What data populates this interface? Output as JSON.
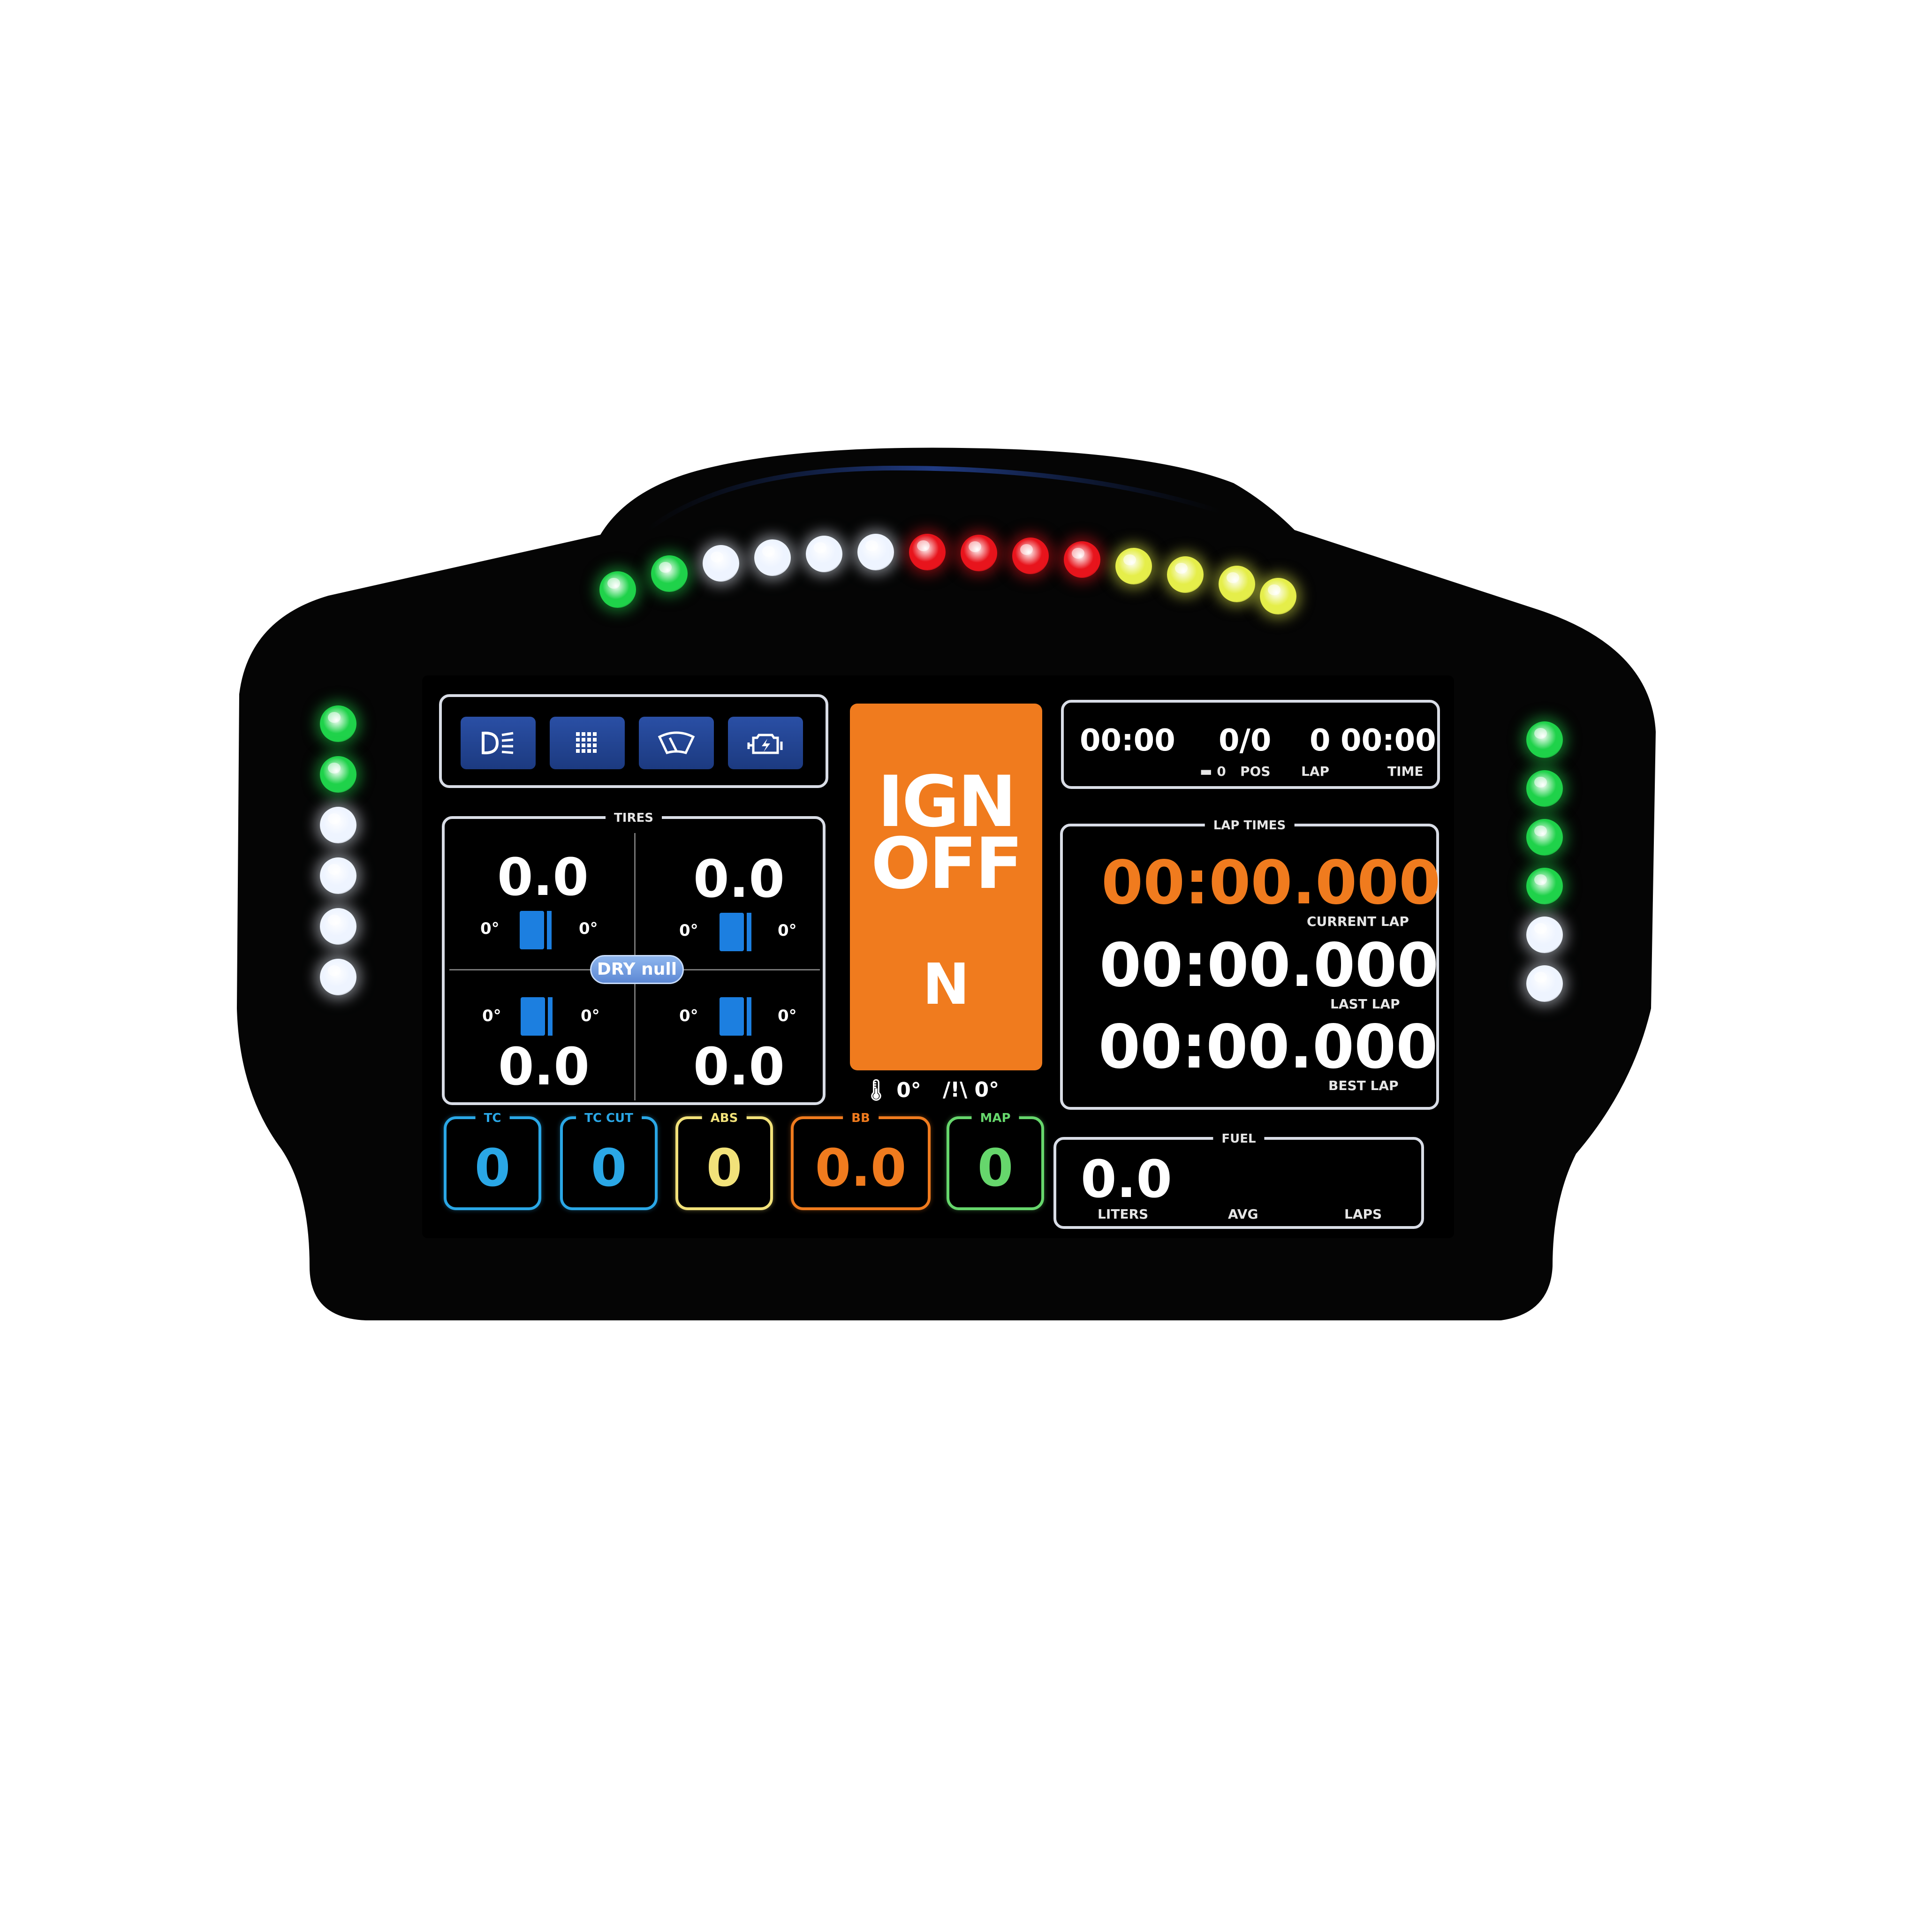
{
  "colors": {
    "housing": "#050505",
    "led_green": "#1fd24a",
    "led_white": "#eef4ff",
    "led_red": "#e8141c",
    "led_yellow": "#e5ee4a",
    "gear_bg": "#f07b1e",
    "accent_blue": "#2aa7e6",
    "accent_yellow": "#f2e27a",
    "accent_orange": "#f07b1e",
    "accent_green": "#66d66c"
  },
  "rev_leds": [
    "green",
    "green",
    "white",
    "white",
    "white",
    "white",
    "red",
    "red",
    "red",
    "red",
    "yellow",
    "yellow",
    "yellow",
    "yellow"
  ],
  "left_leds": [
    "green",
    "green",
    "white",
    "white",
    "white",
    "white"
  ],
  "right_leds": [
    "green",
    "green",
    "green",
    "green",
    "white",
    "white"
  ],
  "toolbar": {
    "icons": [
      "headlight-icon",
      "grid-icon",
      "wiper-icon",
      "engine-icon"
    ]
  },
  "tires": {
    "title": "TIRES",
    "fl": {
      "value": "0.0",
      "temp_in": "0°",
      "temp_out": "0°"
    },
    "fr": {
      "value": "0.0",
      "temp_in": "0°",
      "temp_out": "0°"
    },
    "rl": {
      "value": "0.0",
      "temp_in": "0°",
      "temp_out": "0°"
    },
    "rr": {
      "value": "0.0",
      "temp_in": "0°",
      "temp_out": "0°"
    },
    "compound": "DRY null"
  },
  "gear_panel": {
    "status_line1": "IGN",
    "status_line2": "OFF",
    "gear": "N",
    "temp_left": "0°",
    "temp_right": "0°"
  },
  "session": {
    "clock": "00:00",
    "pos": "0/0",
    "pos_small": "0",
    "pos_label": "POS",
    "lap": "0",
    "lap_label": "LAP",
    "time": "00:00",
    "time_label": "TIME"
  },
  "lap_times": {
    "title": "LAP TIMES",
    "current": "00:00.000",
    "current_label": "CURRENT LAP",
    "last": "00:00.000",
    "last_label": "LAST LAP",
    "best": "00:00.000",
    "best_label": "BEST LAP"
  },
  "controls": [
    {
      "label": "TC",
      "value": "0",
      "color": "#2aa7e6"
    },
    {
      "label": "TC CUT",
      "value": "0",
      "color": "#2aa7e6"
    },
    {
      "label": "ABS",
      "value": "0",
      "color": "#f2e27a"
    },
    {
      "label": "BB",
      "value": "0.0",
      "color": "#f07b1e"
    },
    {
      "label": "MAP",
      "value": "0",
      "color": "#66d66c"
    }
  ],
  "fuel": {
    "title": "FUEL",
    "liters_value": "0.0",
    "liters_label": "LITERS",
    "avg_label": "AVG",
    "laps_label": "LAPS"
  }
}
